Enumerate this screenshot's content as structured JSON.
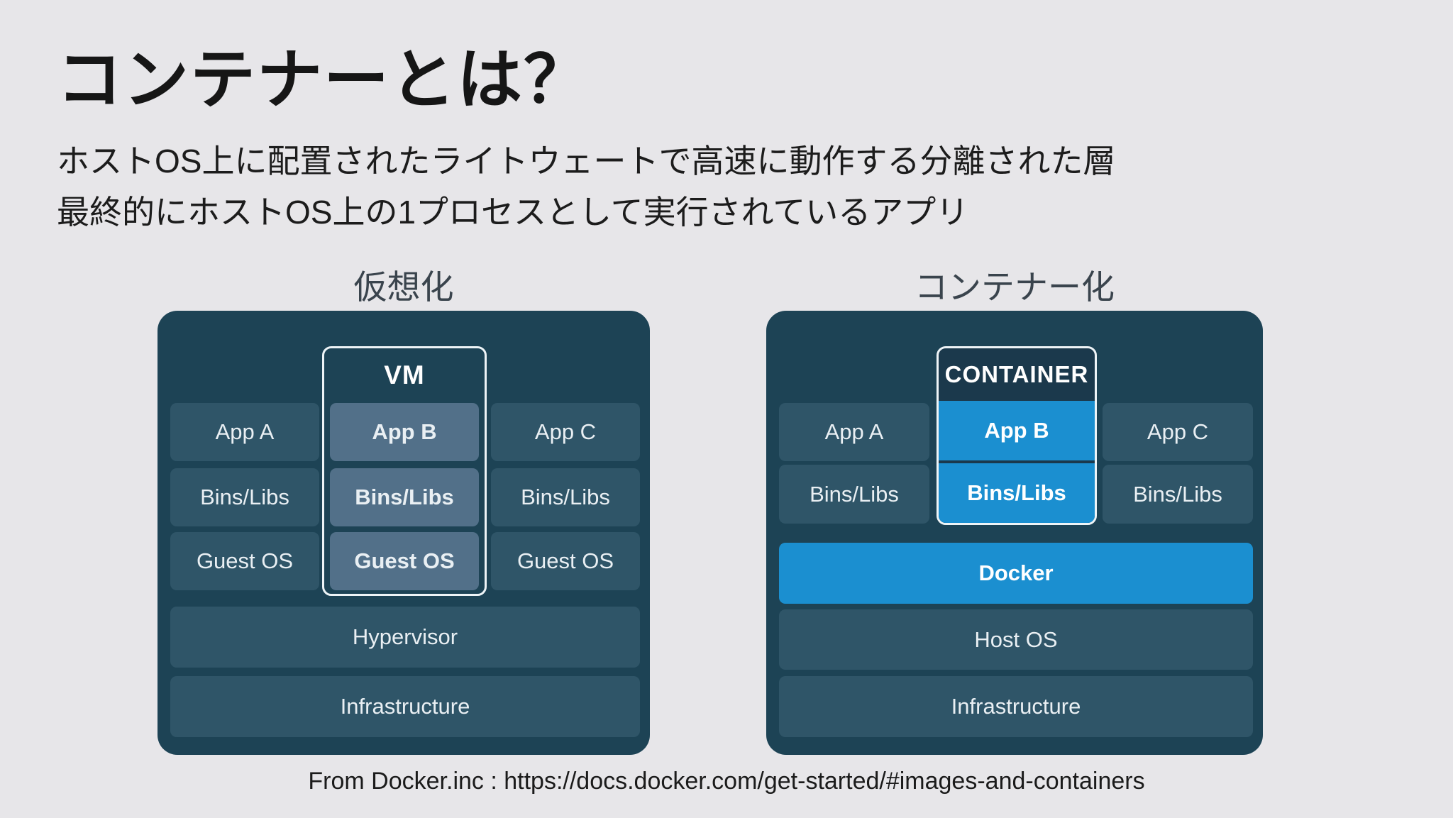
{
  "slide": {
    "title": "コンテナーとは？",
    "description_line1": "ホストOS上に配置されたライトウェートで高速に動作する分離された層",
    "description_line2": "最終的にホストOS上の1プロセスとして実行されているアプリ",
    "footer": "From Docker.inc : https://docs.docker.com/get-started/#images-and-containers"
  },
  "colors": {
    "page_bg": "#e7e6e9",
    "panel_bg": "#1d4355",
    "cell_bg": "#2f5568",
    "vm_highlight_cell_bg": "#527089",
    "accent_blue": "#1b8fd0",
    "box_header_bg": "#1b394c",
    "cell_text": "#e9eff3",
    "heading_text": "#3a444d",
    "body_text": "#1b1b1b"
  },
  "virtualization": {
    "heading": "仮想化",
    "vm_box_label": "VM",
    "app_row": [
      "App A",
      "App B",
      "App C"
    ],
    "bins_row": [
      "Bins/Libs",
      "Bins/Libs",
      "Bins/Libs"
    ],
    "guest_row": [
      "Guest OS",
      "Guest OS",
      "Guest OS"
    ],
    "hypervisor": "Hypervisor",
    "infrastructure": "Infrastructure"
  },
  "containerization": {
    "heading": "コンテナー化",
    "container_box_label": "CONTAINER",
    "app_row": [
      "App A",
      "App B",
      "App C"
    ],
    "bins_row": [
      "Bins/Libs",
      "Bins/Libs",
      "Bins/Libs"
    ],
    "docker": "Docker",
    "host_os": "Host OS",
    "infrastructure": "Infrastructure"
  }
}
